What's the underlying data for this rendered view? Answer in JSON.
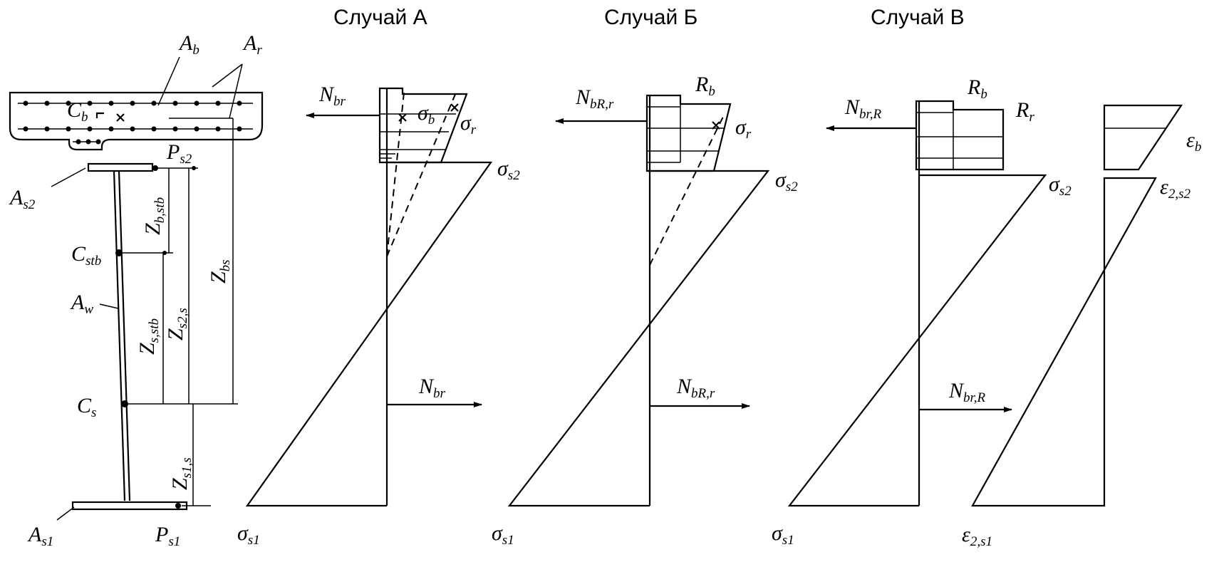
{
  "cases": {
    "a": {
      "title": "Случай А"
    },
    "b": {
      "title": "Случай Б"
    },
    "c": {
      "title": "Случай В"
    }
  },
  "section": {
    "A_b": {
      "main": "A",
      "sub": "b"
    },
    "A_r": {
      "main": "A",
      "sub": "r"
    },
    "C_b": {
      "main": "C",
      "sub": "b"
    },
    "P_s2": {
      "main": "P",
      "sub": "s2"
    },
    "A_s2": {
      "main": "A",
      "sub": "s2"
    },
    "Z_b_stb": {
      "main": "Z",
      "sub": "b,stb"
    },
    "C_stb": {
      "main": "C",
      "sub": "stb"
    },
    "Z_s2_s": {
      "main": "Z",
      "sub": "s2,s"
    },
    "Z_bs": {
      "main": "Z",
      "sub": "bs"
    },
    "A_w": {
      "main": "A",
      "sub": "w"
    },
    "Z_s_stb": {
      "main": "Z",
      "sub": "s,stb"
    },
    "C_s": {
      "main": "C",
      "sub": "s"
    },
    "Z_s1_s": {
      "main": "Z",
      "sub": "s1,s"
    },
    "A_s1": {
      "main": "A",
      "sub": "s1"
    },
    "P_s1": {
      "main": "P",
      "sub": "s1"
    }
  },
  "diagram_a": {
    "N_br_top": {
      "main": "N",
      "sub": "br"
    },
    "sigma_b": {
      "main": "σ",
      "sub": "b"
    },
    "sigma_r": {
      "main": "σ",
      "sub": "r"
    },
    "sigma_s2": {
      "main": "σ",
      "sub": "s2"
    },
    "N_br_bottom": {
      "main": "N",
      "sub": "br"
    },
    "sigma_s1": {
      "main": "σ",
      "sub": "s1"
    }
  },
  "diagram_b": {
    "N_top": {
      "main": "N",
      "sub": "bR,r"
    },
    "R_b": {
      "main": "R",
      "sub": "b"
    },
    "sigma_r": {
      "main": "σ",
      "sub": "r"
    },
    "sigma_s2": {
      "main": "σ",
      "sub": "s2"
    },
    "N_bottom": {
      "main": "N",
      "sub": "bR,r"
    },
    "sigma_s1": {
      "main": "σ",
      "sub": "s1"
    }
  },
  "diagram_c": {
    "N_top": {
      "main": "N",
      "sub": "br,R"
    },
    "R_b": {
      "main": "R",
      "sub": "b"
    },
    "R_r": {
      "main": "R",
      "sub": "r"
    },
    "sigma_s2": {
      "main": "σ",
      "sub": "s2"
    },
    "N_bottom": {
      "main": "N",
      "sub": "br,R"
    },
    "sigma_s1": {
      "main": "σ",
      "sub": "s1"
    },
    "eps_b": {
      "main": "ε",
      "sub": "b"
    },
    "eps_2s2": {
      "main": "ε",
      "sub": "2,s2"
    },
    "eps_2s1": {
      "main": "ε",
      "sub": "2,s1"
    }
  }
}
